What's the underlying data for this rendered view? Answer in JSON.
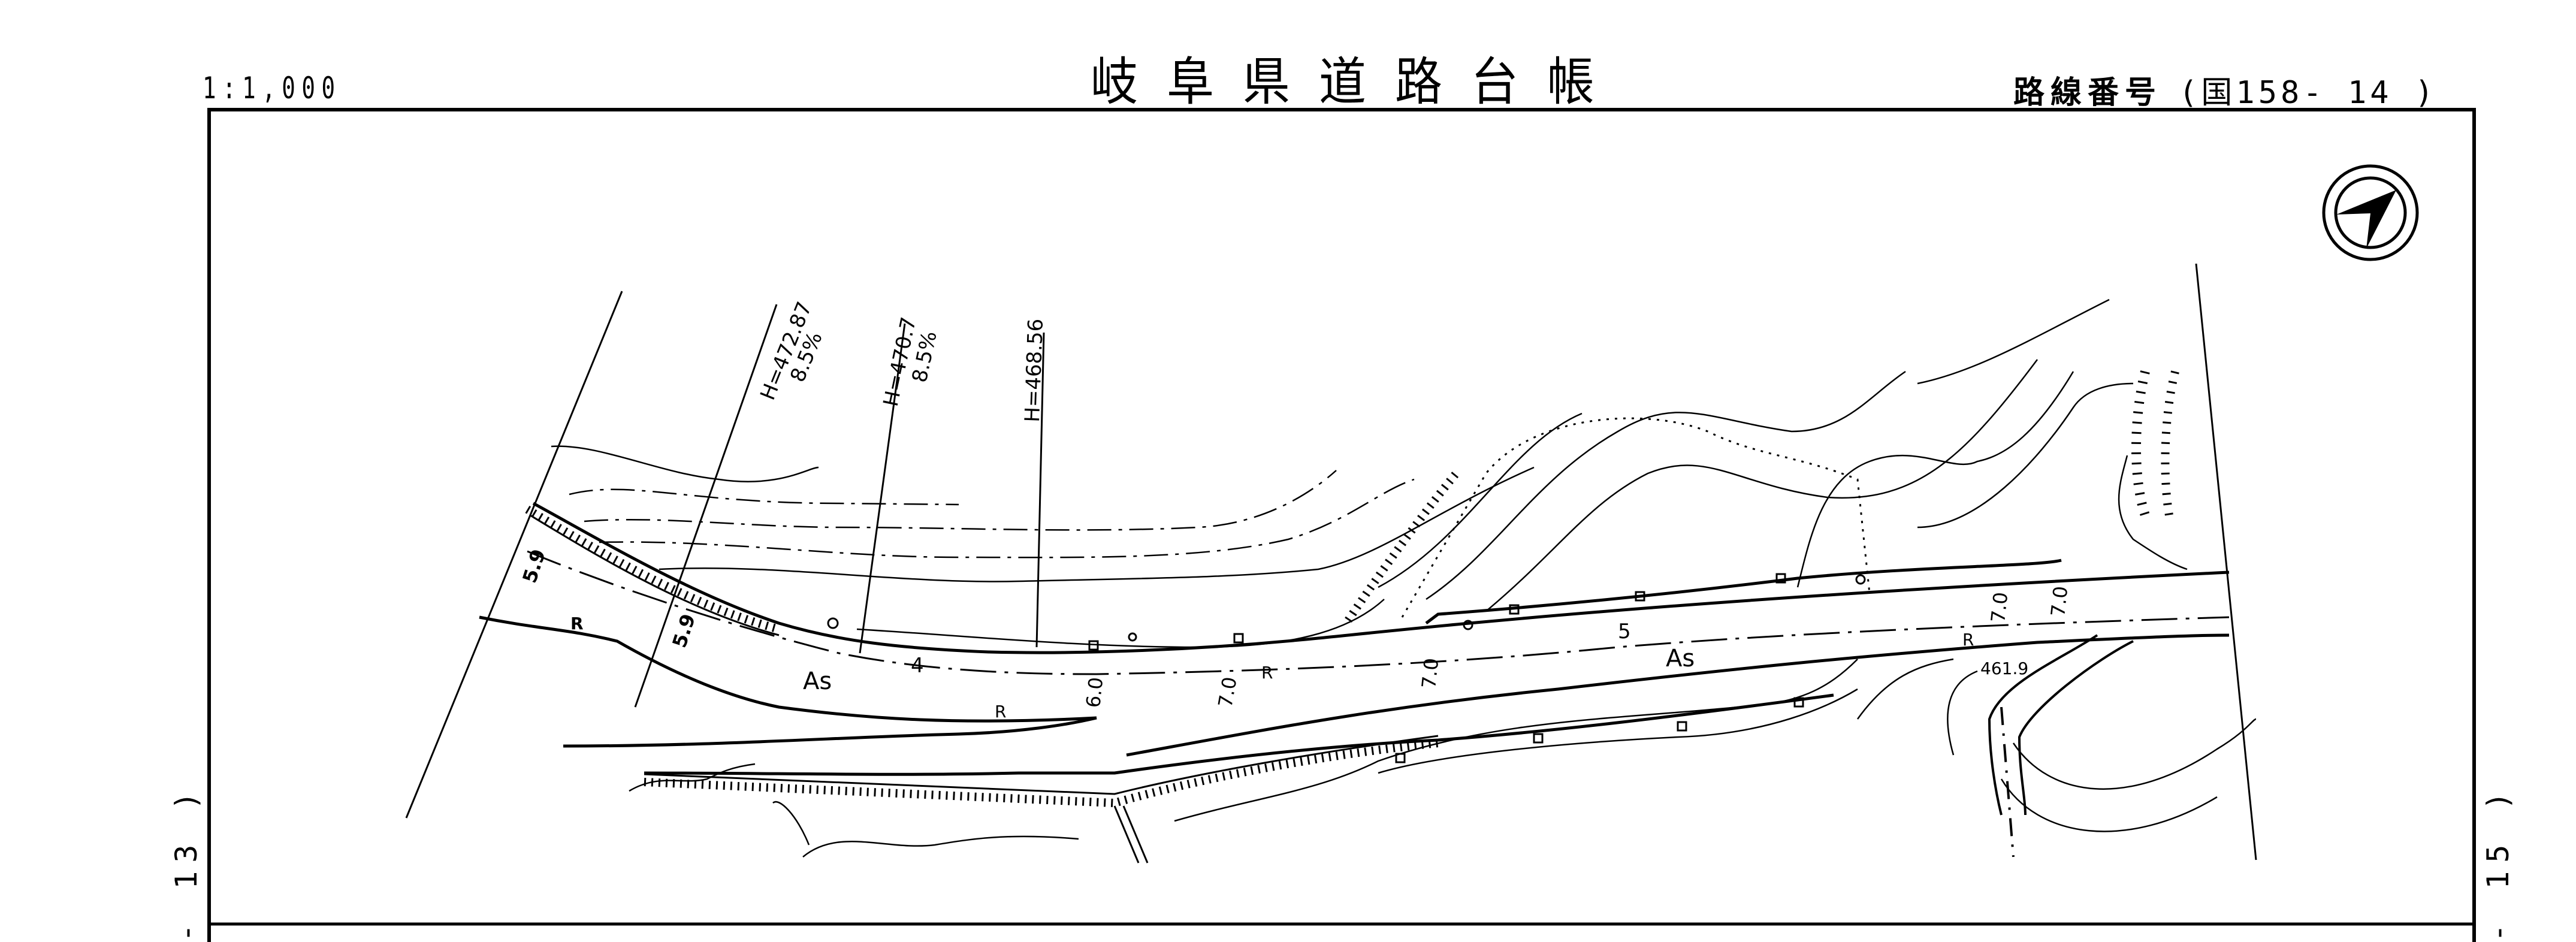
{
  "sheet": {
    "scale": "1:1,000",
    "title": "岐阜県道路台帳",
    "route_label": "路線番号",
    "route_number": "(国158-  14 )",
    "prev_sheet": "- 13 )",
    "next_sheet": "- 15 )"
  },
  "compass": {
    "icon": "north-arrow-icon"
  },
  "annotations": {
    "elevation_1": "H=472.87",
    "grade_1": "8.5%",
    "elevation_2": "H=470.7",
    "grade_2": "8.5%",
    "elevation_3": "H=468.56",
    "width_left_1": "5.9",
    "width_left_2": "5.9",
    "station_4": "4",
    "station_5": "5",
    "width_6": "6.0",
    "width_7a": "7.0",
    "width_7b": "7.0",
    "width_7c": "7.0",
    "width_7d": "7.0",
    "surface_1": "As",
    "surface_2": "As",
    "curb_r1": "R",
    "curb_r2": "R",
    "curb_r3": "R",
    "curb_r4": "R",
    "spot_elevation": "461.9"
  },
  "colors": {
    "ink": "#000000",
    "paper": "#ffffff"
  }
}
